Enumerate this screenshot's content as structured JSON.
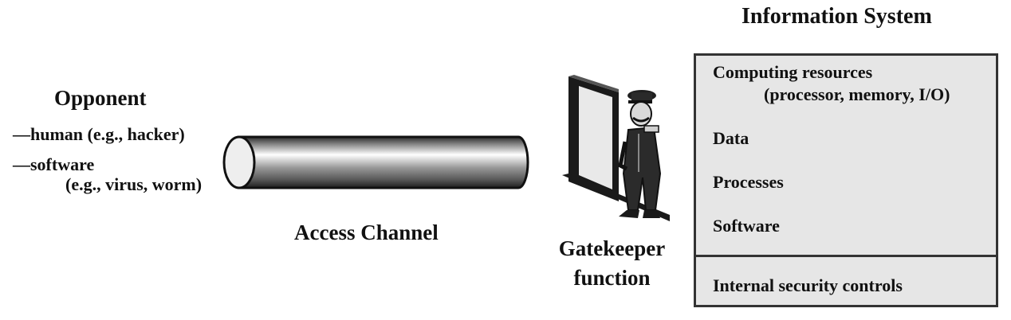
{
  "opponent": {
    "title": "Opponent",
    "items": [
      "—human (e.g., hacker)",
      "—software"
    ],
    "software_detail": "(e.g., virus, worm)"
  },
  "channel": {
    "label": "Access Channel"
  },
  "gatekeeper": {
    "line1": "Gatekeeper",
    "line2": "function",
    "icon": "gatekeeper-guard-icon"
  },
  "information_system": {
    "title": "Information System",
    "computing_resources": "Computing resources",
    "computing_detail": "(processor, memory, I/O)",
    "data": "Data",
    "processes": "Processes",
    "software": "Software",
    "internal_controls": "Internal security controls"
  },
  "colors": {
    "box_fill": "#e6e6e6",
    "border": "#333333",
    "text": "#111111"
  }
}
